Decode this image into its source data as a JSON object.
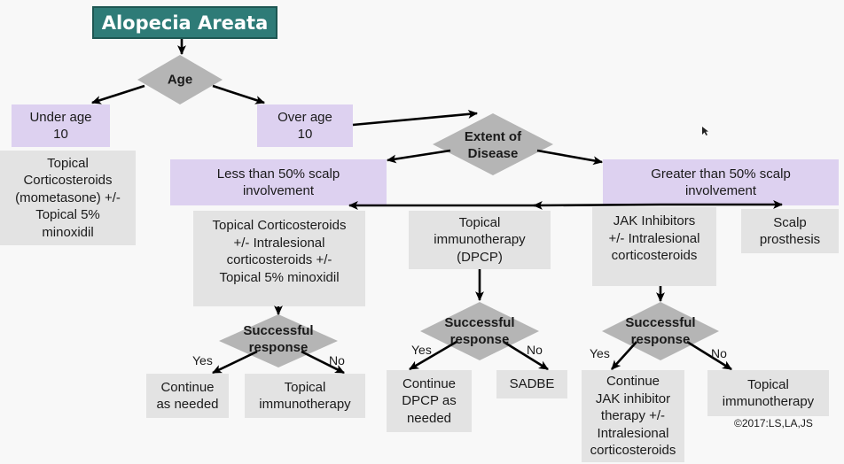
{
  "title": "Alopecia Areata",
  "decisions": {
    "age": "Age",
    "extent": "Extent of\nDisease",
    "success_1": "Successful\nresponse",
    "success_2": "Successful\nresponse",
    "success_3": "Successful\nresponse"
  },
  "categories": {
    "under_age": "Under age\n10",
    "over_age": "Over age\n10",
    "less_50": "Less than 50% scalp\ninvolvement",
    "greater_50": "Greater than 50% scalp\ninvolvement"
  },
  "treatments": {
    "child_topical": "Topical\nCorticosteroids\n(mometasone) +/-\nTopical 5%\nminoxidil",
    "less_topical": "Topical Corticosteroids\n+/- Intralesional\ncorticosteroids +/-\nTopical 5% minoxidil",
    "dpcp": "Topical\nimmunotherapy\n(DPCP)",
    "jak": "JAK Inhibitors\n+/- Intralesional\ncorticosteroids",
    "prosthesis": "Scalp\nprosthesis"
  },
  "outcomes": {
    "less_yes": "Continue\nas needed",
    "less_no": "Topical\nimmunotherapy",
    "dpcp_yes": "Continue\nDPCP as\nneeded",
    "dpcp_no": "SADBE",
    "jak_yes": "Continue\nJAK inhibitor\ntherapy +/-\nIntralesional\ncorticosteroids",
    "jak_no": "Topical\nimmunotherapy"
  },
  "edge_labels": {
    "yes": "Yes",
    "no": "No"
  },
  "copyright": "©2017:LS,LA,JS",
  "colors": {
    "title_bg": "#2e7b77",
    "category_bg": "#ddd1f0",
    "treatment_bg": "#e3e3e3",
    "decision_fill": "#b5b5b5"
  }
}
